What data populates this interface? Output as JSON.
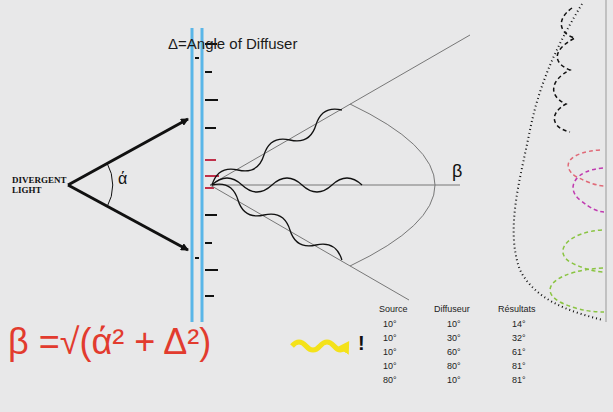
{
  "diagram": {
    "title": "Δ=Angle of Diffuser",
    "labels": [
      "DIVERGENT LIGHT",
      "ά",
      "β",
      "β =√(ά² + Δ²)",
      "!",
      "Source",
      "Diffuseur",
      "Résultats",
      "10°",
      "10°",
      "14°",
      "10°",
      "30°",
      "32°",
      "10°",
      "60°",
      "61°",
      "10°",
      "80°",
      "81°",
      "80°",
      "10°",
      "81°"
    ]
  }
}
